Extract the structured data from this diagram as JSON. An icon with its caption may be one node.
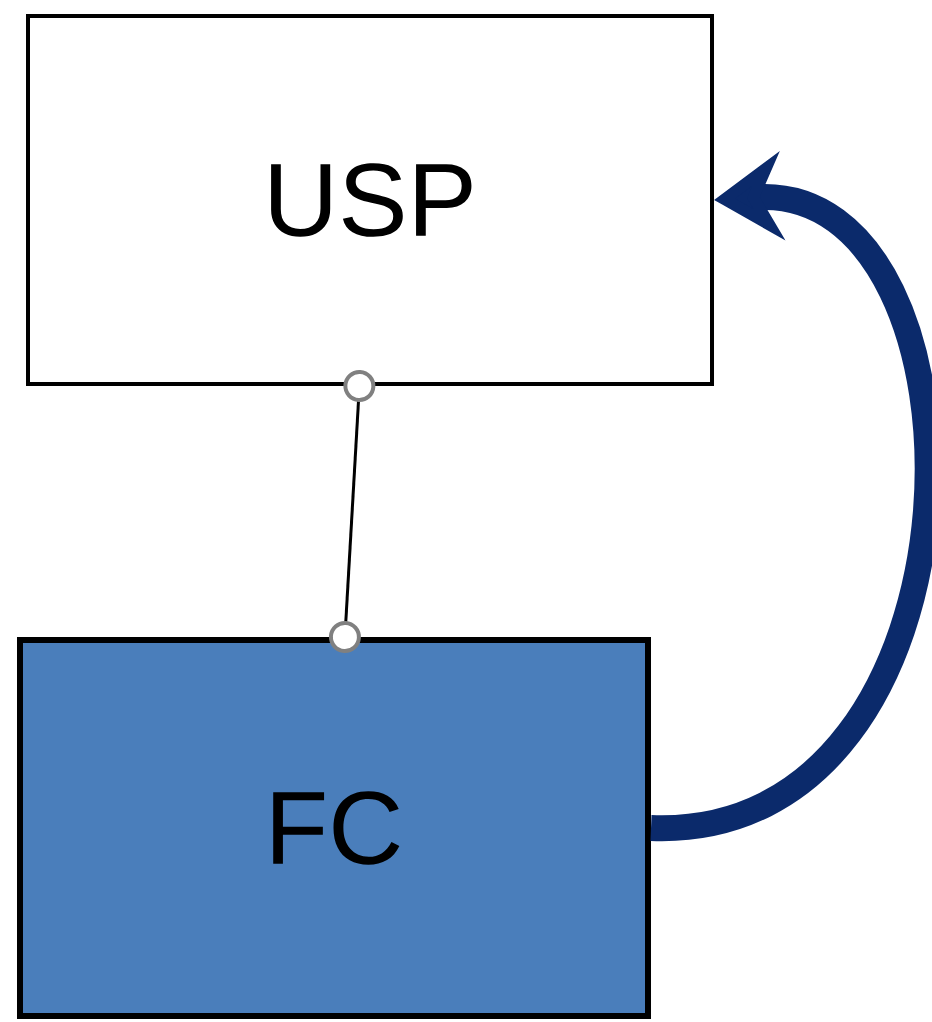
{
  "diagram": {
    "nodes": [
      {
        "text": [
          "USP"
        ]
      },
      {
        "text": [
          "FC"
        ]
      }
    ],
    "edges": [
      {
        "from": 0,
        "to": 1,
        "arrow": "other"
      },
      {
        "from": 1,
        "to": 0,
        "arrow": "to",
        "style": "thick",
        "color": "#0b2a6b"
      }
    ]
  }
}
